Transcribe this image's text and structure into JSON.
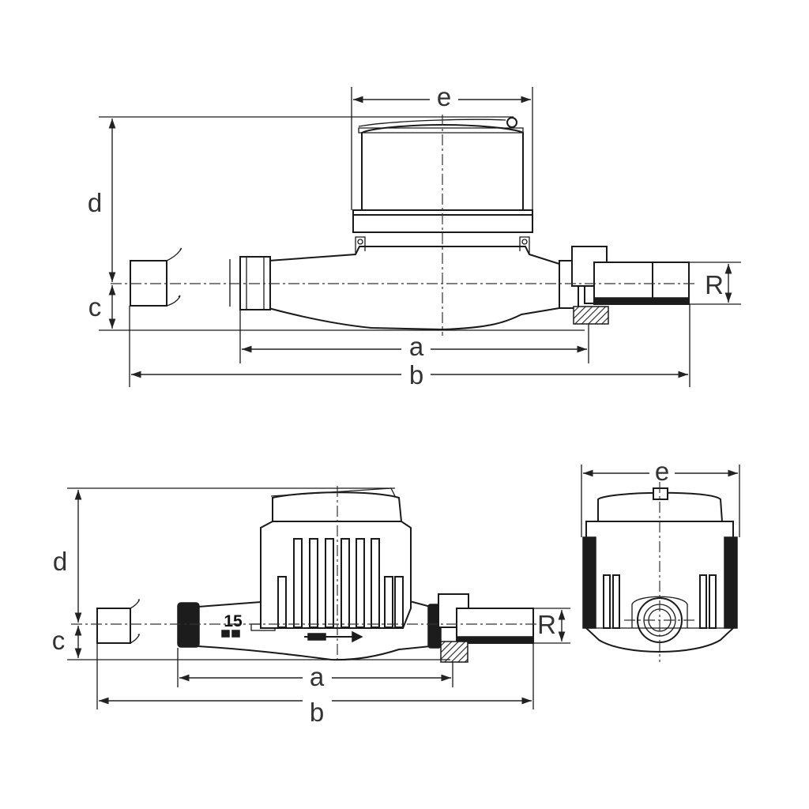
{
  "labels": {
    "top": {
      "a": "a",
      "b": "b",
      "c": "c",
      "d": "d",
      "e": "e",
      "R": "R"
    },
    "bottom": {
      "a": "a",
      "b": "b",
      "c": "c",
      "d": "d",
      "R": "R"
    },
    "end": {
      "e": "e"
    }
  },
  "body_marking": "15",
  "colors": {
    "line": "#1a1a1a",
    "label": "#333333",
    "fill": "#ffffff"
  }
}
